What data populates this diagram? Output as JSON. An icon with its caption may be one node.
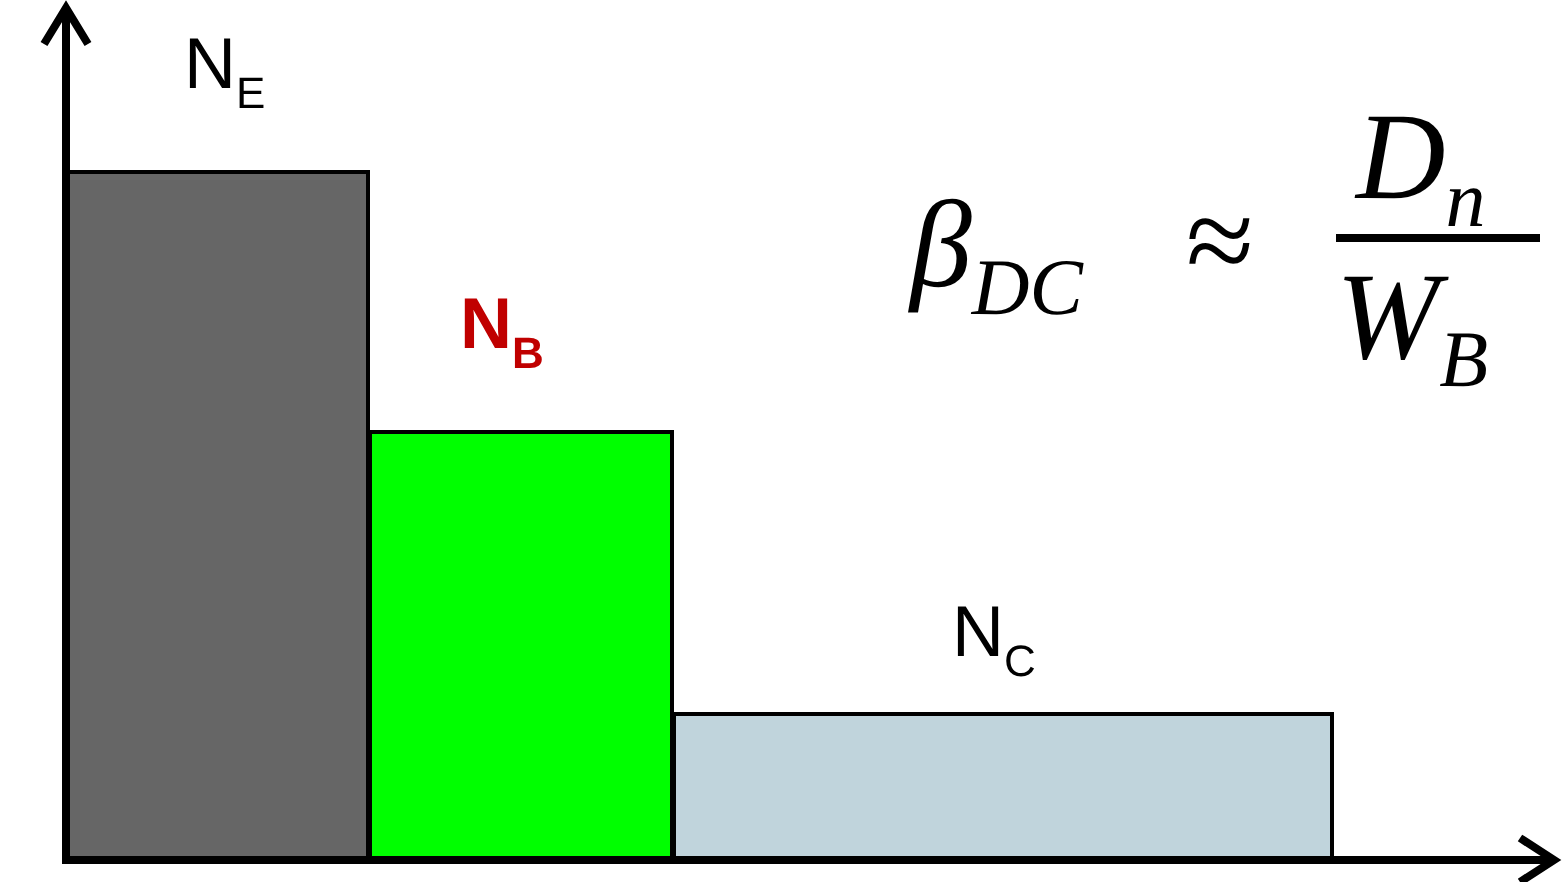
{
  "diagram": {
    "nodes": [
      {
        "text": [],
        "shape": "bar",
        "beside": [
          "N$_{E}$"
        ]
      },
      {
        "text": [],
        "shape": "bar",
        "beside": [
          "N$_{B}$"
        ]
      },
      {
        "text": [],
        "shape": "bar",
        "beside": [
          "N$_{C}$"
        ]
      }
    ],
    "labels": [
      "β$_{DC}$",
      "≈",
      "D$_{n}$",
      "W$_{B}$"
    ]
  }
}
